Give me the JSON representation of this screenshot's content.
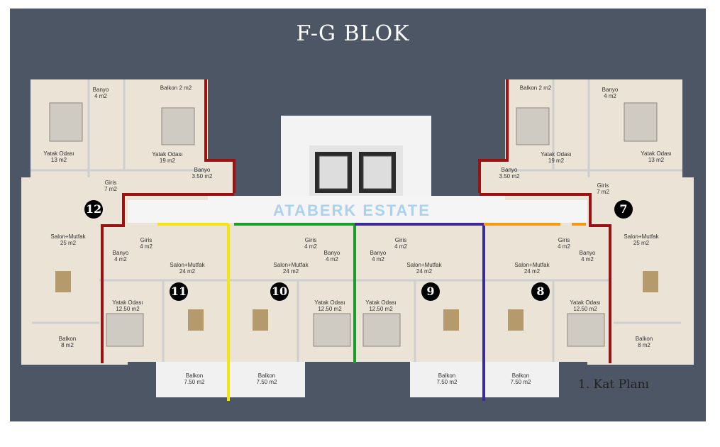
{
  "title": "F-G BLOK",
  "plan_label": "1. Kat Planı",
  "watermark": "ATABERK ESTATE",
  "colors": {
    "frame": "#4d5665",
    "floor": "#eae3d6",
    "divider_red": "#9a1212",
    "divider_yellow": "#f2e60e",
    "divider_green": "#1c9c2c",
    "divider_purple": "#3c2a96",
    "divider_orange": "#f39a12"
  },
  "unit_numbers": [
    "12",
    "11",
    "10",
    "9",
    "8",
    "7"
  ],
  "rooms": {
    "left_top": {
      "balkon": "Balkon 2 m2",
      "banyo_a": "Banyo\n4 m2",
      "yatak_a": "Yatak Odası\n13 m2",
      "yatak_b": "Yatak Odası\n19 m2",
      "banyo_b": "Banyo\n3.50 m2",
      "giris": "Giris\n7 m2",
      "salon": "Salon+Mutfak\n25 m2"
    },
    "right_top": {
      "balkon": "Balkon 2 m2",
      "banyo_a": "Banyo\n4 m2",
      "yatak_a": "Yatak Odası\n19 m2",
      "yatak_b": "Yatak Odası\n13 m2",
      "banyo_b": "Banyo\n3.50 m2",
      "giris": "Giris\n7 m2",
      "salon": "Salon+Mutfak\n25 m2"
    },
    "u11": {
      "giris": "Giris\n4 m2",
      "banyo": "Banyo\n4 m2",
      "salon": "Salon+Mutfak\n24 m2",
      "yatak": "Yatak Odası\n12.50 m2",
      "balkon": "Balkon\n8 m2",
      "balkon_b": "Balkon\n7.50 m2"
    },
    "u10": {
      "giris": "Giris\n4 m2",
      "banyo": "Banyo\n4 m2",
      "salon": "Salon+Mutfak\n24 m2",
      "yatak": "Yatak Odası\n12.50 m2",
      "balkon": "Balkon\n7.50 m2"
    },
    "u9": {
      "giris": "Giris\n4 m2",
      "banyo": "Banyo\n4 m2",
      "salon": "Salon+Mutfak\n24 m2",
      "yatak": "Yatak Odası\n12.50 m2",
      "balkon": "Balkon\n7.50 m2"
    },
    "u8": {
      "giris": "Giris\n4 m2",
      "banyo": "Banyo\n4 m2",
      "salon": "Salon+Mutfak\n24 m2",
      "yatak": "Yatak Odası\n12.50 m2",
      "balkon": "Balkon\n7.50 m2",
      "balkon_b": "Balkon\n8 m2"
    }
  }
}
